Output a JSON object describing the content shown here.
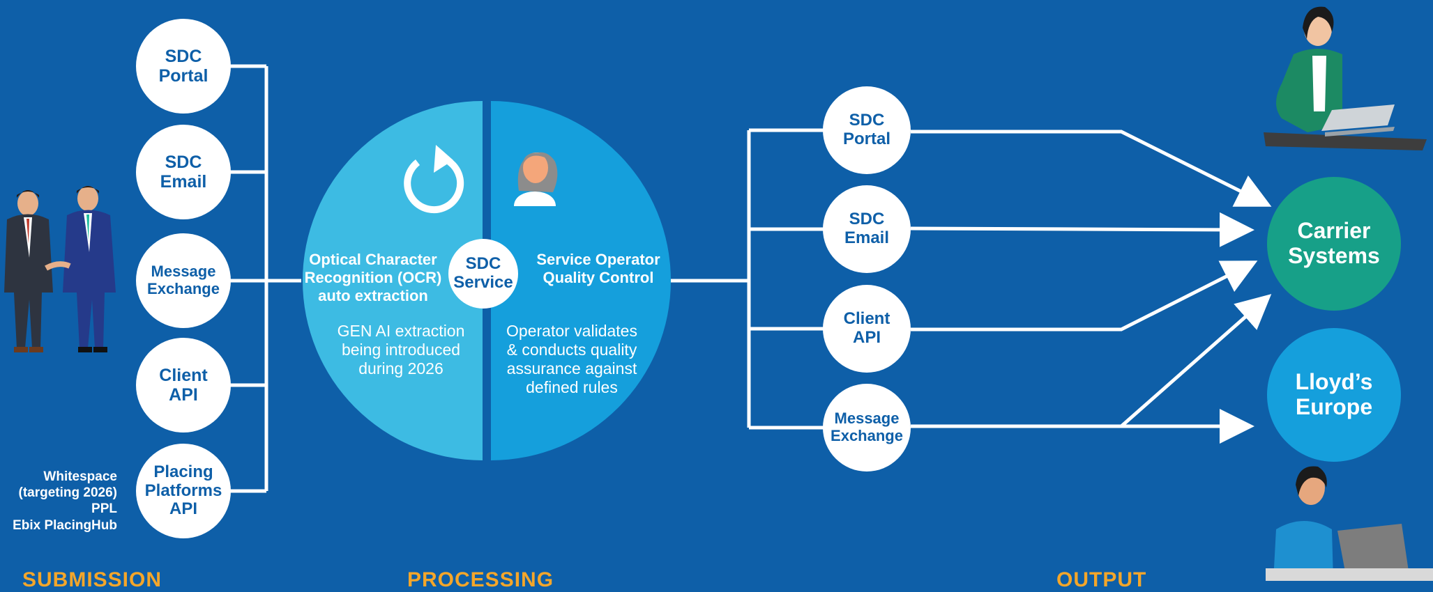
{
  "submission": {
    "heading": "SUBMISSION",
    "channels": [
      {
        "label": "SDC\nPortal"
      },
      {
        "label": "SDC\nEmail"
      },
      {
        "label": "Message\nExchange"
      },
      {
        "label": "Client\nAPI"
      },
      {
        "label": "Placing\nPlatforms\nAPI"
      }
    ],
    "platforms_note": "Whitespace\n(targeting 2026)\nPPL\nEbix PlacingHub"
  },
  "processing": {
    "heading": "PROCESSING",
    "center_label": "SDC\nService",
    "left_title": "Optical Character\nRecognition (OCR)\nauto extraction",
    "left_desc": "GEN AI extraction\nbeing introduced\nduring 2026",
    "right_title": "Service Operator\nQuality Control",
    "right_desc": "Operator validates\n& conducts quality\nassurance against\ndefined rules"
  },
  "output": {
    "heading": "OUTPUT",
    "channels": [
      {
        "label": "SDC\nPortal"
      },
      {
        "label": "SDC\nEmail"
      },
      {
        "label": "Client\nAPI"
      },
      {
        "label": "Message\nExchange"
      }
    ],
    "destinations": [
      {
        "label": "Carrier\nSystems"
      },
      {
        "label": "Lloyd’s\nEurope"
      }
    ]
  },
  "colors": {
    "background": "#0e5fa8",
    "circle_fill": "#ffffff",
    "circle_text": "#0e5fa8",
    "ocr_half": "#3dbbe3",
    "qc_half": "#159fdc",
    "carrier": "#17a088",
    "lloyds": "#159fdc",
    "section_heading": "#f4a62a"
  }
}
